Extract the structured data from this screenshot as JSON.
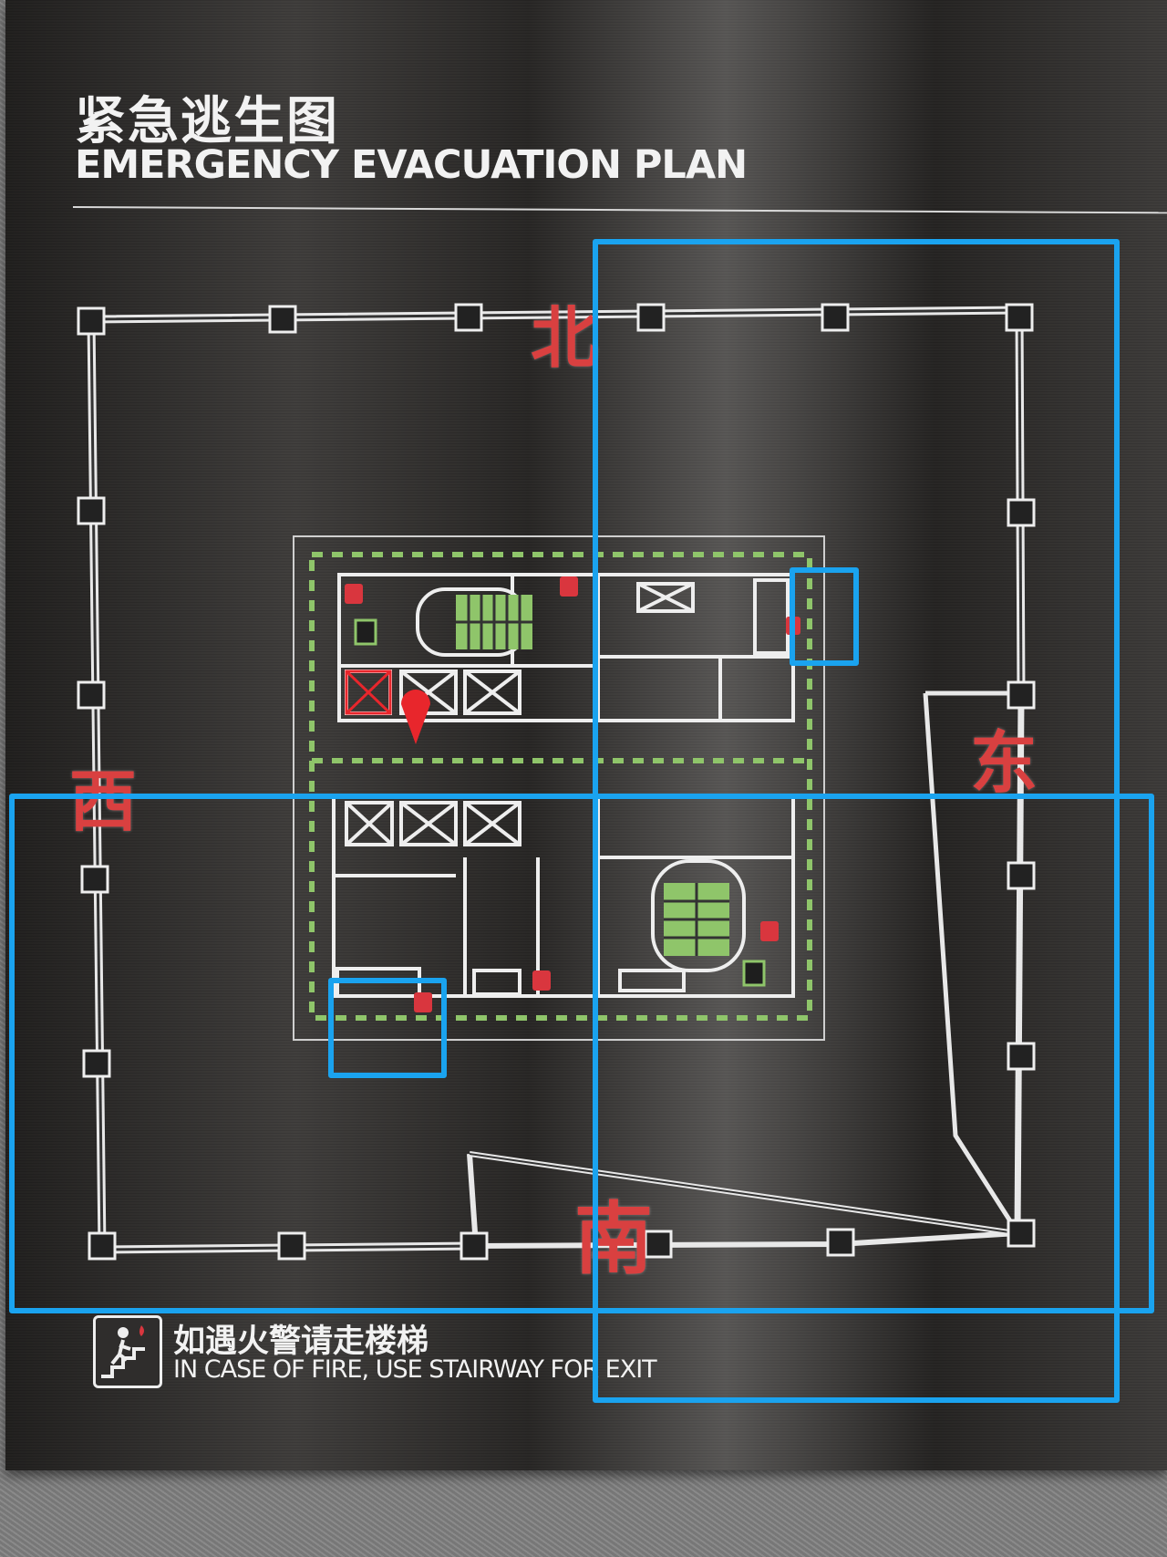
{
  "title": {
    "chinese": "紧急逃生图",
    "english": "EMERGENCY EVACUATION PLAN"
  },
  "compass": {
    "north": "北",
    "east": "东",
    "west": "西",
    "south": "南",
    "color": "#d94040"
  },
  "notice": {
    "icon": "stairway-exit-icon",
    "chinese": "如遇火警请走楼梯",
    "english": "IN CASE OF FIRE, USE STAIRWAY FOR EXIT"
  },
  "legend_colors": {
    "evacuation_route": "#8fc56a",
    "fire_extinguisher": "#d9363e",
    "you_are_here": "#e8262c",
    "selection_highlight": "#1aa3ef"
  },
  "icons": [
    "fire-extinguisher-icon",
    "emergency-exit-icon",
    "you-are-here-marker-icon",
    "elevator-icon",
    "stairs-icon"
  ]
}
